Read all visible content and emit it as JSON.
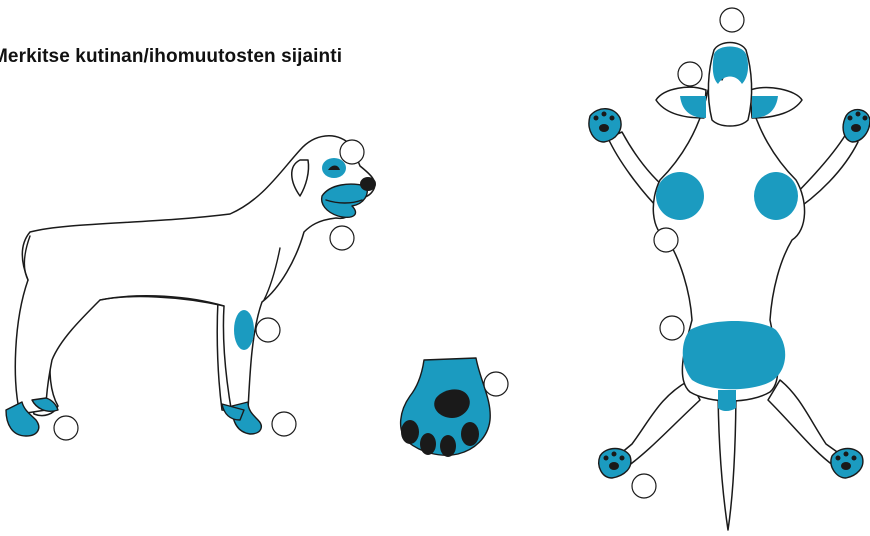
{
  "title": "Merkitse kutinan/ihomuutosten sijainti",
  "colors": {
    "accent": "#1b9bc0",
    "outline": "#1a1a1a",
    "pad": "#1a1a1a",
    "marker_fill": "#ffffff"
  },
  "markers": {
    "side_view": [
      "marker-side-head",
      "marker-side-chin",
      "marker-side-front-leg",
      "marker-side-front-paw",
      "marker-side-hind-paw"
    ],
    "paw_view": [
      "marker-paw"
    ],
    "top_view": [
      "marker-top-nose",
      "marker-top-ear",
      "marker-top-chest",
      "marker-top-belly",
      "marker-top-hind-paw"
    ]
  }
}
